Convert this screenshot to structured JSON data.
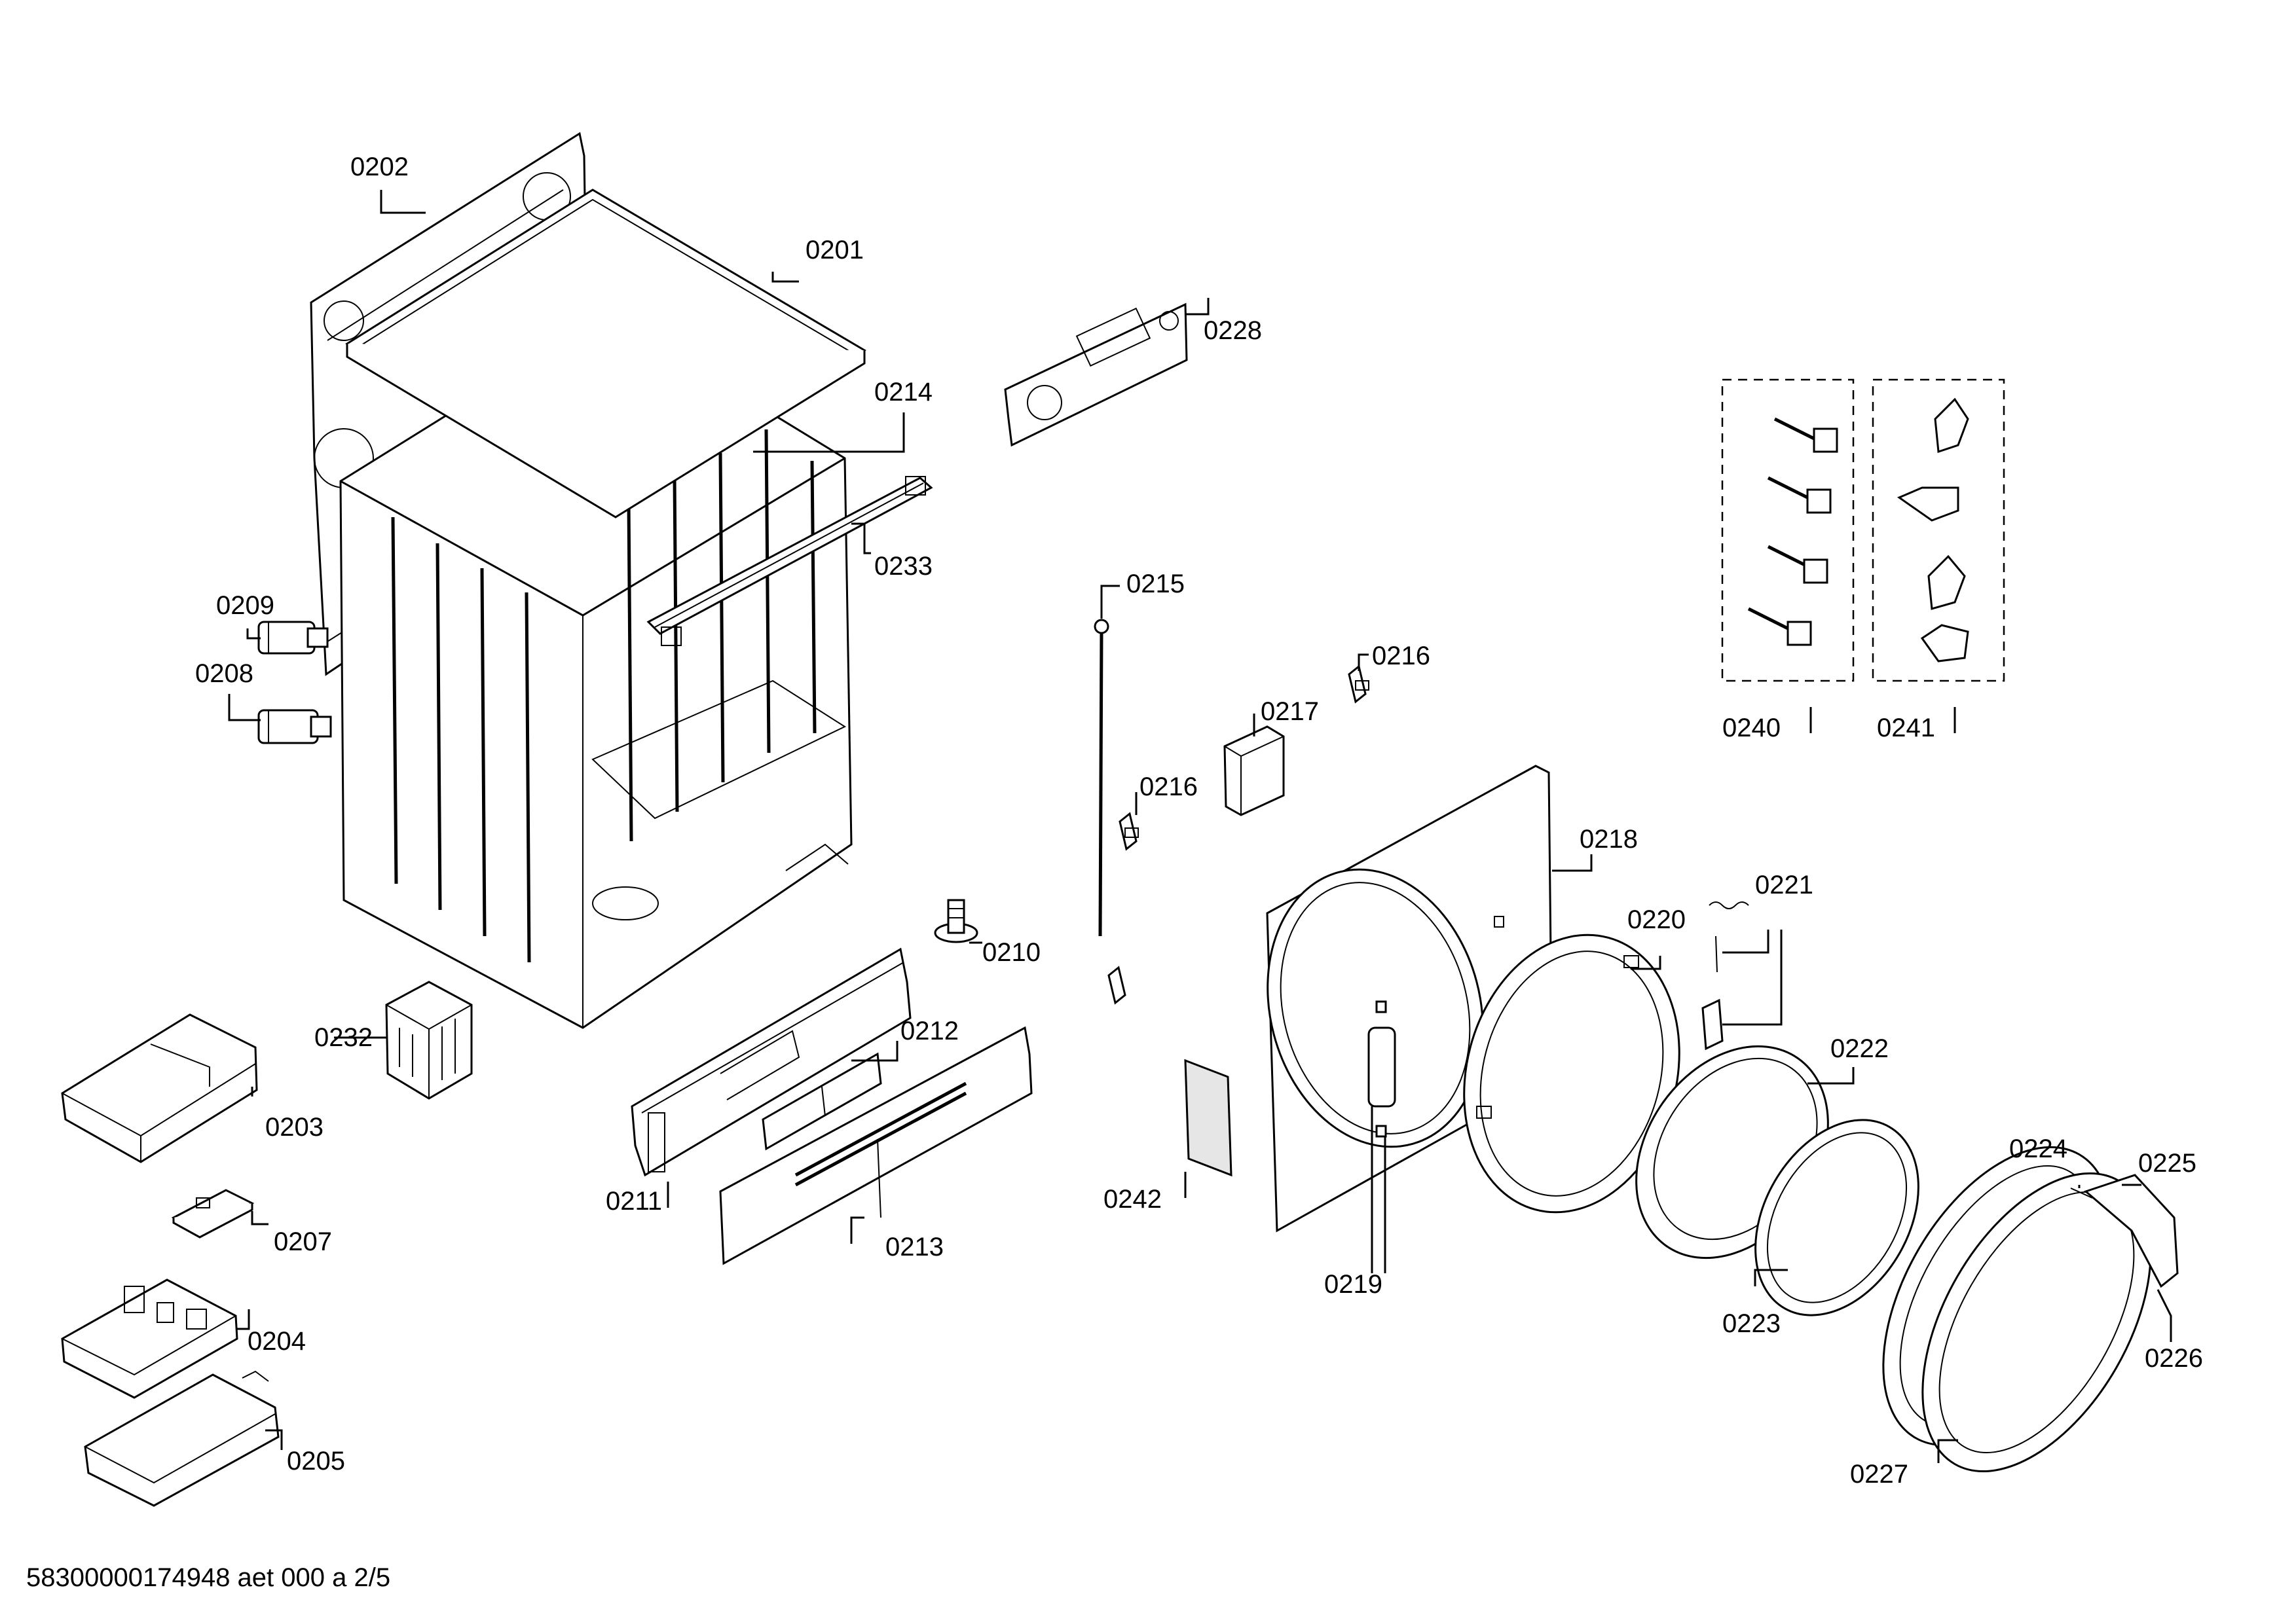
{
  "document_id": "58300000174948 aet 000 a 2/5",
  "callouts": {
    "c0201": "0201",
    "c0202": "0202",
    "c0203": "0203",
    "c0204": "0204",
    "c0205": "0205",
    "c0207": "0207",
    "c0208": "0208",
    "c0209": "0209",
    "c0210": "0210",
    "c0211": "0211",
    "c0212": "0212",
    "c0213": "0213",
    "c0214": "0214",
    "c0215": "0215",
    "c0216a": "0216",
    "c0216b": "0216",
    "c0217": "0217",
    "c0218": "0218",
    "c0219": "0219",
    "c0220": "0220",
    "c0221": "0221",
    "c0222": "0222",
    "c0223": "0223",
    "c0224": "0224",
    "c0225": "0225",
    "c0226": "0226",
    "c0227": "0227",
    "c0228": "0228",
    "c0232": "0232",
    "c0233": "0233",
    "c0240": "0240",
    "c0241": "0241",
    "c0242": "0242"
  }
}
